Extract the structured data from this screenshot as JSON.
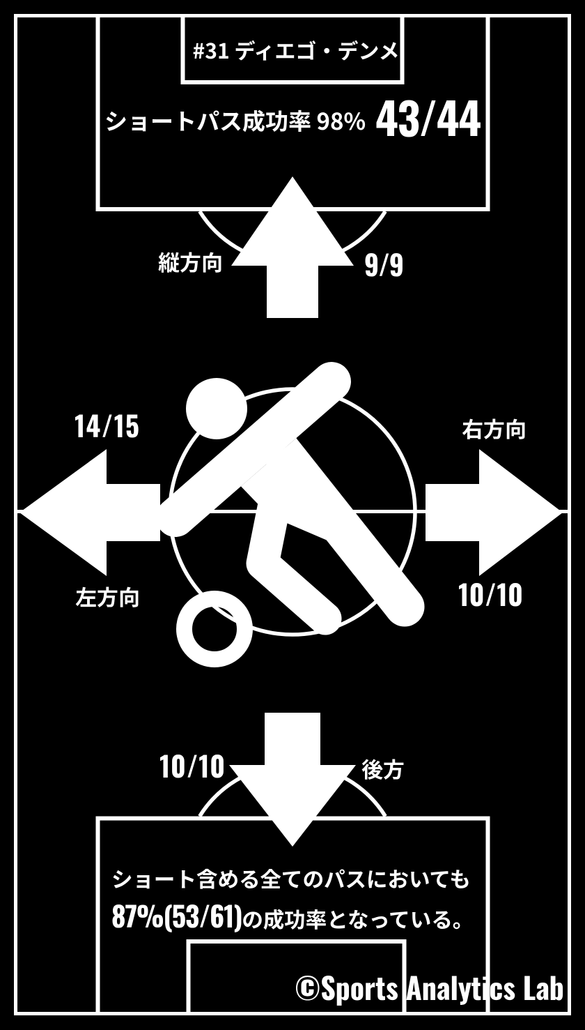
{
  "colors": {
    "background": "#000000",
    "ink": "#ffffff"
  },
  "header": {
    "player_label": "#31 ディエゴ・デンメ",
    "stat_label": "ショートパス成功率 98%",
    "stat_value": "43/44"
  },
  "directions": {
    "up": {
      "label": "縦方向",
      "value": "9/9"
    },
    "left": {
      "label": "左方向",
      "value": "14/15"
    },
    "right": {
      "label": "右方向",
      "value": "10/10"
    },
    "down": {
      "label": "後方",
      "value": "10/10"
    }
  },
  "footer": {
    "note_line1": "ショート含める全てのパスにおいても",
    "note_line2_stat": "87%(53/61)",
    "note_line2_rest": "の成功率となっている。",
    "credit": "©Sports Analytics Lab"
  }
}
